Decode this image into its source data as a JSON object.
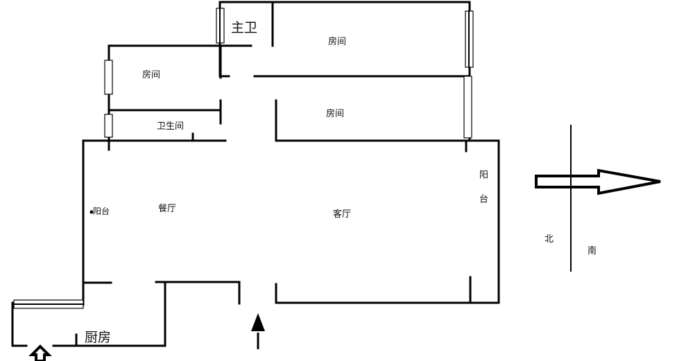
{
  "floorplan": {
    "rooms": [
      {
        "id": "master_bath",
        "label": "主卫"
      },
      {
        "id": "bedroom_top",
        "label": "房间"
      },
      {
        "id": "bedroom_left",
        "label": "房间"
      },
      {
        "id": "bedroom_mid",
        "label": "房间"
      },
      {
        "id": "bathroom",
        "label": "卫生间"
      },
      {
        "id": "dining",
        "label": "餐厅"
      },
      {
        "id": "living",
        "label": "客厅"
      },
      {
        "id": "balcony_left",
        "label": "阳台"
      },
      {
        "id": "balcony_right",
        "label": "阳台"
      },
      {
        "id": "kitchen",
        "label": "厨房"
      }
    ],
    "compass": {
      "north_label": "北",
      "south_label": "南",
      "arrow_icon": "direction-arrow-icon"
    },
    "entrances": [
      {
        "id": "main_entrance",
        "icon": "entry-arrow-icon"
      },
      {
        "id": "kitchen_entrance",
        "icon": "entry-hollow-arrow-icon"
      }
    ]
  }
}
